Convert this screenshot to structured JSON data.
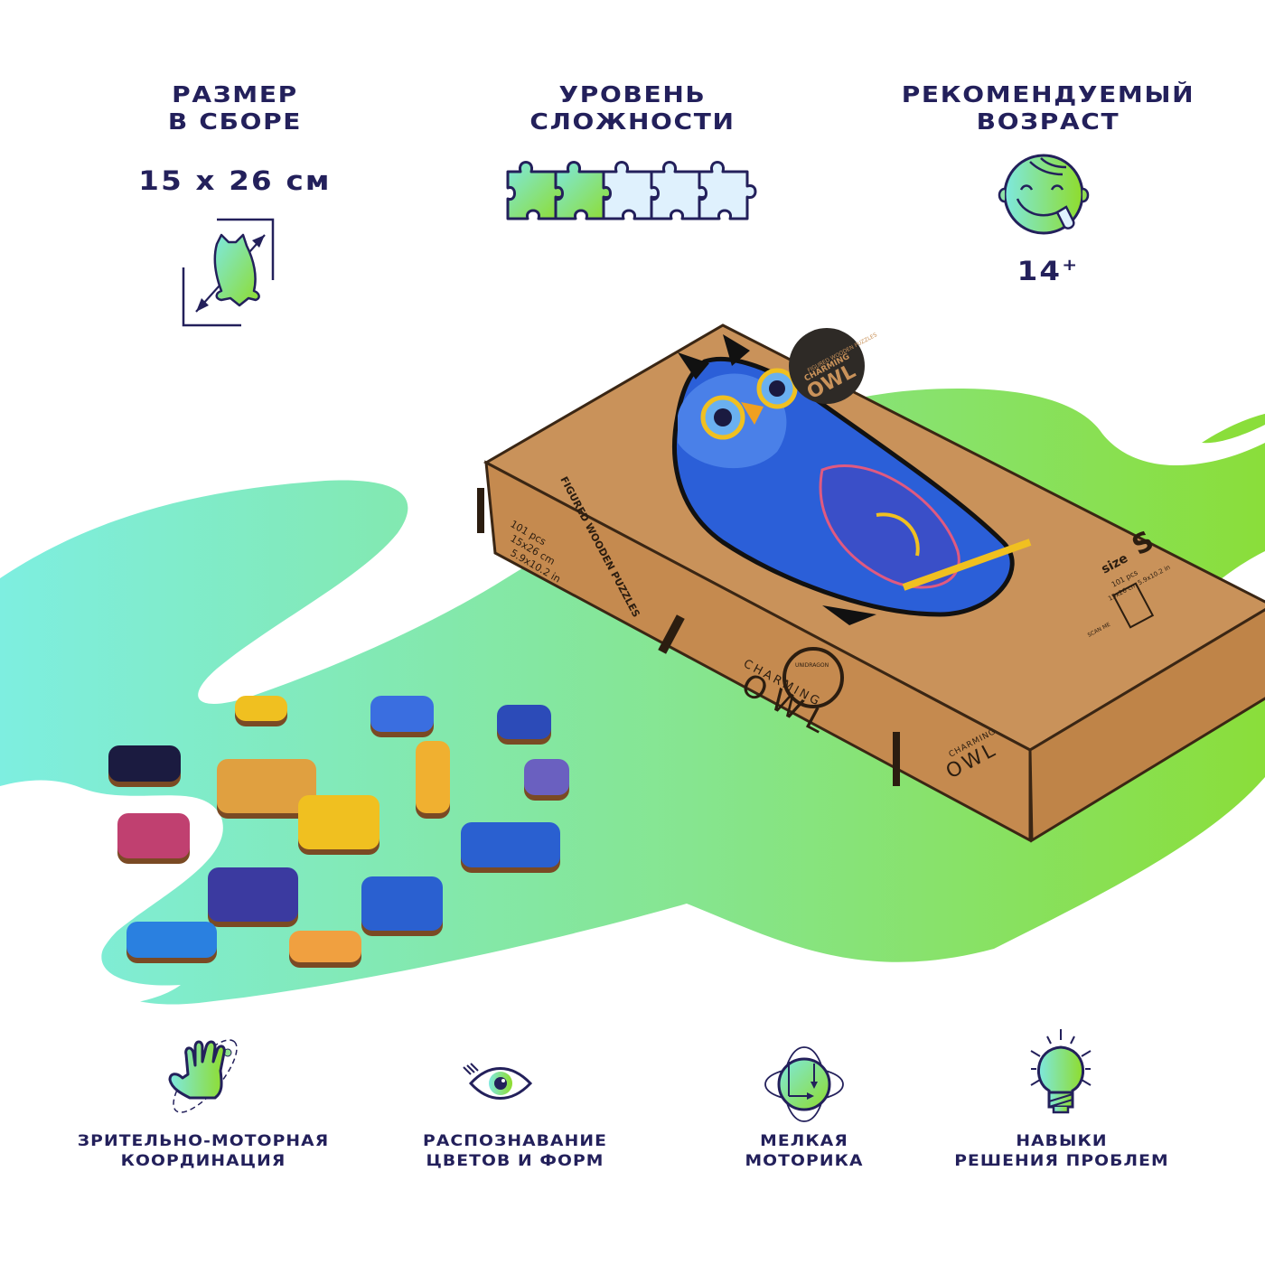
{
  "specs": {
    "size": {
      "title_line1": "РАЗМЕР",
      "title_line2": "В СБОРЕ",
      "value": "15 x 26 см",
      "icon": "owl-dimensions-icon"
    },
    "difficulty": {
      "title_line1": "УРОВЕНЬ",
      "title_line2": "СЛОЖНОСТИ",
      "level": 2,
      "max_level": 5,
      "icon": "puzzle-piece-icon"
    },
    "age": {
      "title_line1": "РЕКОМЕНДУЕМЫЙ",
      "title_line2": "ВОЗРАСТ",
      "value": "14",
      "suffix": "+",
      "icon": "smiley-face-icon"
    }
  },
  "product": {
    "box_top_badge_small": "FIGURED WOODEN PUZZLES",
    "box_top_badge_line1": "CHARMING",
    "box_top_badge_line2": "OWL",
    "box_side_line1": "101 pcs",
    "box_side_line2": "15x26 cm",
    "box_side_line3": "5.9x10.2 in",
    "box_top_side_label": "FIGURED WOODEN PUZZLES",
    "size_label": "size",
    "size_value": "S",
    "size_detail": "101 pcs",
    "size_dims": "15x26 cm 5.9x10.2 in",
    "front_line1": "CHARMING",
    "front_line2": "OWL",
    "end_line1": "CHARMING",
    "end_line2": "OWL",
    "brand": "UNIDRAGON",
    "scan_label": "SCAN ME"
  },
  "features": [
    {
      "line1": "ЗРИТЕЛЬНО-МОТОРНАЯ",
      "line2": "КООРДИНАЦИЯ",
      "icon": "hand-icon"
    },
    {
      "line1": "РАСПОЗНАВАНИЕ",
      "line2": "ЦВЕТОВ И ФОРМ",
      "icon": "eye-icon"
    },
    {
      "line1": "МЕЛКАЯ",
      "line2": "МОТОРИКА",
      "icon": "orbit-globe-icon"
    },
    {
      "line1": "НАВЫКИ",
      "line2": "РЕШЕНИЯ ПРОБЛЕМ",
      "icon": "lightbulb-icon"
    }
  ],
  "colors": {
    "text": "#23205b",
    "gradient_start": "#7ee8dd",
    "gradient_end": "#8ee03a",
    "puzzle_inactive": "#dff1fd",
    "wood": "#c98f52"
  }
}
